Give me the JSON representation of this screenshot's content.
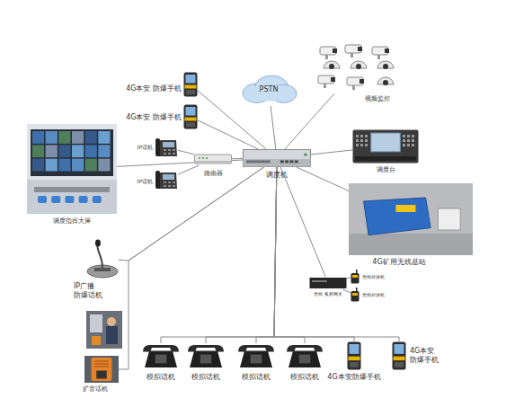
{
  "diagram": {
    "nodes": [
      {
        "text": [
          "4G本安 防爆手机"
        ]
      },
      {
        "text": [
          "4G本安 防爆手机"
        ]
      },
      {
        "text": [
          "PSTN"
        ]
      },
      {
        "text": [
          "视频监控"
        ]
      },
      {
        "text": [
          "IP话机"
        ]
      },
      {
        "text": [
          "IP话机"
        ]
      },
      {
        "text": [
          "路由器"
        ]
      },
      {
        "text": [
          "调度机"
        ]
      },
      {
        "text": [
          "调度台"
        ]
      },
      {
        "text": [
          "调度指挥大屏"
        ]
      },
      {
        "text": [
          "4G矿用无线基站"
        ]
      },
      {
        "text": [
          "无线 集群网关"
        ]
      },
      {
        "text": [
          "无线对讲机"
        ]
      },
      {
        "text": [
          "无线对讲机"
        ]
      },
      {
        "text": [
          "IP广播 防爆话机"
        ]
      },
      {
        "text": [
          "扩音话机"
        ]
      },
      {
        "text": [
          "模拟话机"
        ]
      },
      {
        "text": [
          "模拟话机"
        ]
      },
      {
        "text": [
          "模拟话机"
        ]
      },
      {
        "text": [
          "模拟话机"
        ]
      },
      {
        "text": [
          "4G本安防爆手机"
        ]
      },
      {
        "text": [
          "4G本安 防爆手机"
        ]
      }
    ],
    "edges": [
      {
        "from": 0,
        "to": 7,
        "arrow": "none"
      },
      {
        "from": 1,
        "to": 7,
        "arrow": "none"
      },
      {
        "from": 2,
        "to": 7,
        "arrow": "none"
      },
      {
        "from": 3,
        "to": 7,
        "arrow": "none"
      },
      {
        "from": 4,
        "to": 6,
        "arrow": "none"
      },
      {
        "from": 5,
        "to": 6,
        "arrow": "none"
      },
      {
        "from": 6,
        "to": 7,
        "arrow": "none"
      },
      {
        "from": 7,
        "to": 8,
        "arrow": "none"
      },
      {
        "from": 9,
        "to": 7,
        "arrow": "none"
      },
      {
        "from": 7,
        "to": 10,
        "arrow": "none"
      },
      {
        "from": 7,
        "to": 11,
        "arrow": "none"
      },
      {
        "from": 11,
        "to": 12,
        "arrow": "none"
      },
      {
        "from": 11,
        "to": 13,
        "arrow": "none"
      },
      {
        "from": 7,
        "to": 14,
        "arrow": "none"
      },
      {
        "from": 7,
        "to": 15,
        "arrow": "none"
      },
      {
        "from": 7,
        "to": 16,
        "arrow": "none"
      },
      {
        "from": 7,
        "to": 17,
        "arrow": "none"
      },
      {
        "from": 7,
        "to": 18,
        "arrow": "none"
      },
      {
        "from": 7,
        "to": 19,
        "arrow": "none"
      },
      {
        "from": 7,
        "to": 20,
        "arrow": "none"
      },
      {
        "from": 7,
        "to": 21,
        "arrow": "none"
      }
    ]
  }
}
